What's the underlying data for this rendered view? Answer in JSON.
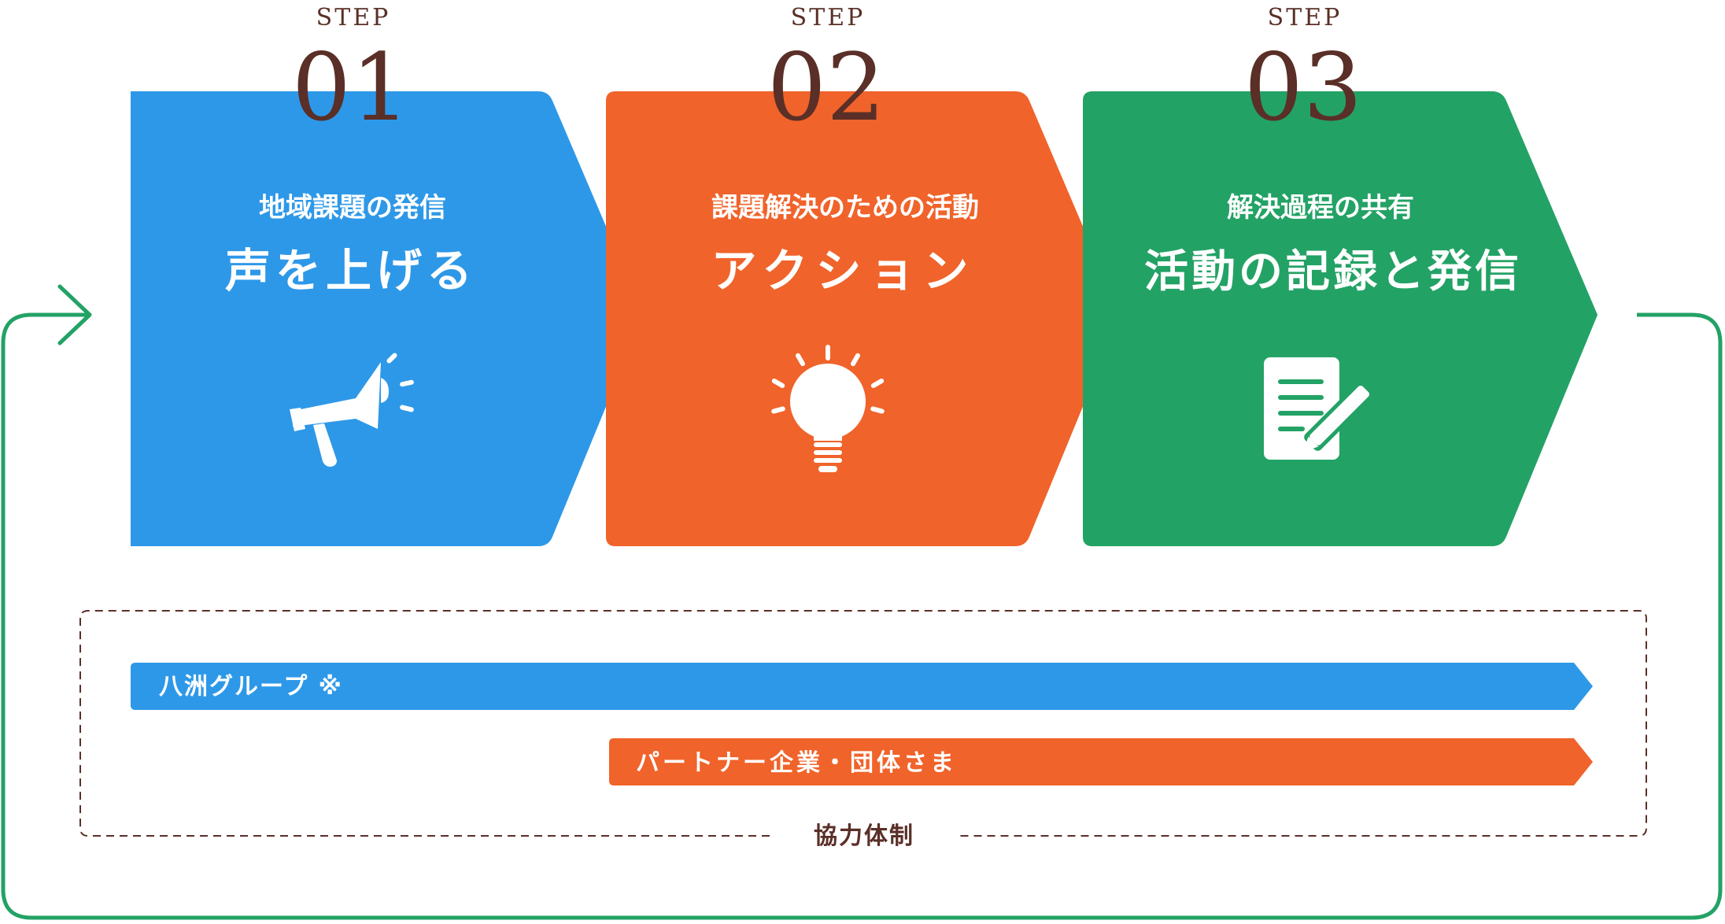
{
  "steps": [
    {
      "label": "STEP",
      "number": "01",
      "subtitle": "地域課題の発信",
      "title": "声を上げる",
      "icon": "megaphone-icon",
      "color": "#2e98e8"
    },
    {
      "label": "STEP",
      "number": "02",
      "subtitle": "課題解決のための活動",
      "title": "アクション",
      "icon": "lightbulb-icon",
      "color": "#f0632a"
    },
    {
      "label": "STEP",
      "number": "03",
      "subtitle": "解決過程の共有",
      "title": "活動の記録と発信",
      "icon": "document-pen-icon",
      "color": "#23a265"
    }
  ],
  "collaboration": {
    "label": "協力体制",
    "bars": [
      {
        "label": "八洲グループ ※",
        "color": "#2e98e8"
      },
      {
        "label": "パートナー企業・団体さま",
        "color": "#f0632a"
      }
    ]
  },
  "colors": {
    "number": "#5a2f27",
    "cycle_arrow": "#23a265",
    "dashed_border": "#5a2f27"
  }
}
